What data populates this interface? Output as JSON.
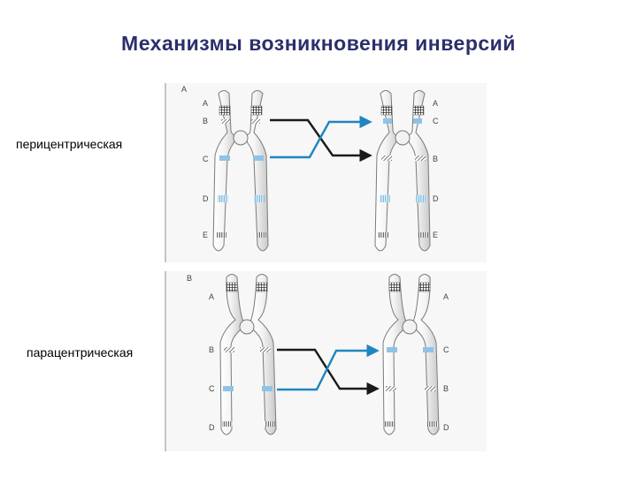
{
  "title": "Механизмы возникновения инверсий",
  "labels": {
    "pericentric": "перицентрическая",
    "paracentric": "парацентрическая"
  },
  "panels": {
    "a": {
      "letter": "A",
      "left_genes": [
        "A",
        "B",
        "C",
        "D",
        "E"
      ],
      "right_genes": [
        "A",
        "C",
        "B",
        "D",
        "E"
      ]
    },
    "b": {
      "letter": "B",
      "left_genes": [
        "A",
        "B",
        "C",
        "D"
      ],
      "right_genes": [
        "A",
        "C",
        "B",
        "D"
      ]
    }
  },
  "colors": {
    "title": "#2b2f6b",
    "arrow_black": "#1a1a1a",
    "arrow_blue": "#1f86c0",
    "band_blue": "#8fc3e6",
    "chromatid_fill": "#f0f0f0",
    "chromatid_edge": "#7a7a7a"
  }
}
